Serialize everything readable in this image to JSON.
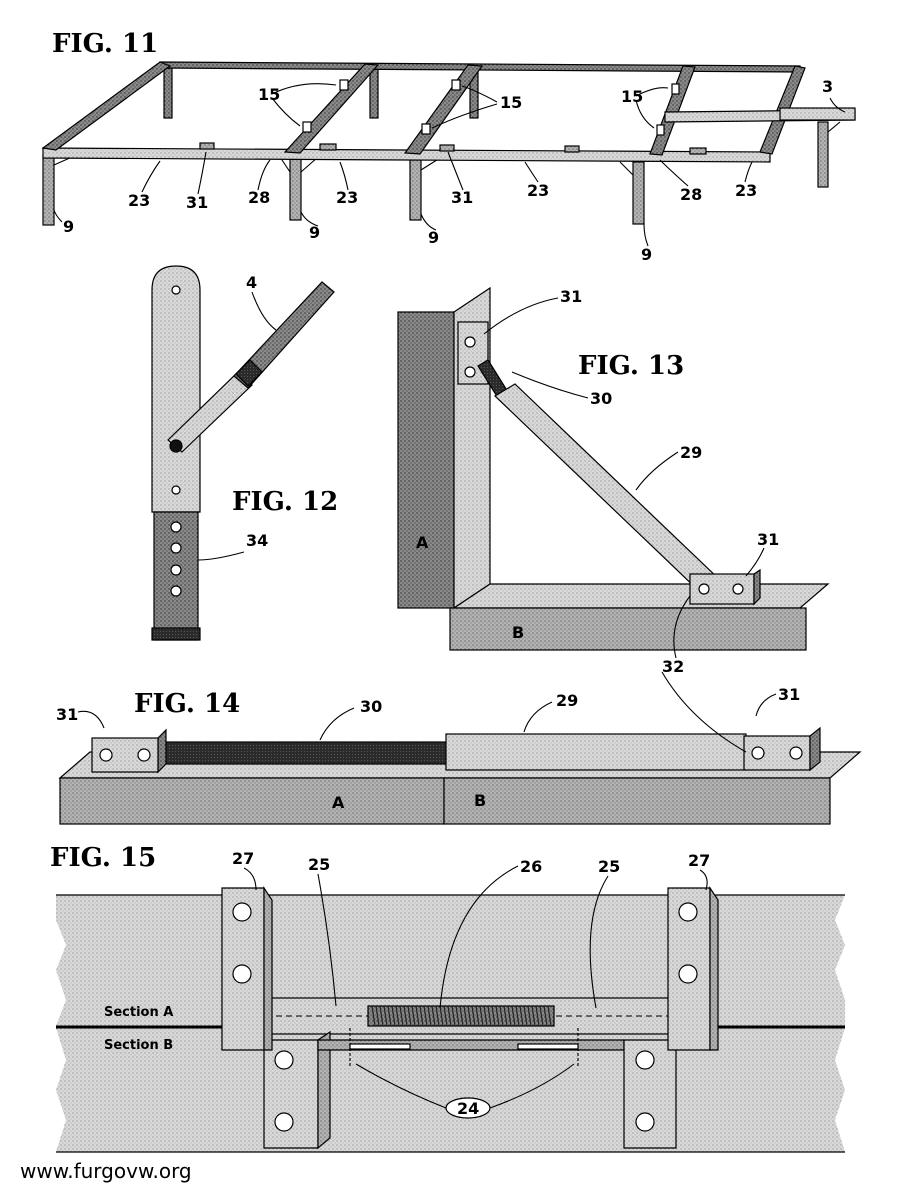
{
  "figures": {
    "fig11": {
      "title": "FIG. 11",
      "labels": [
        "15",
        "15",
        "15",
        "3",
        "23",
        "31",
        "28",
        "23",
        "31",
        "23",
        "28",
        "23",
        "9",
        "9",
        "9",
        "9"
      ]
    },
    "fig12": {
      "title": "FIG. 12",
      "labels": [
        "4",
        "34"
      ]
    },
    "fig13": {
      "title": "FIG. 13",
      "labels": [
        "31",
        "30",
        "29",
        "31",
        "32",
        "A",
        "B"
      ]
    },
    "fig14": {
      "title": "FIG. 14",
      "labels": [
        "31",
        "30",
        "29",
        "31",
        "A",
        "B"
      ]
    },
    "fig15": {
      "title": "FIG. 15",
      "labels": [
        "27",
        "25",
        "26",
        "25",
        "27",
        "24"
      ],
      "sections": [
        "Section A",
        "Section B"
      ]
    }
  },
  "watermark": "www.furgovw.org",
  "colors": {
    "ink": "#000000",
    "light_fill": "#d0d0d0",
    "mid_fill": "#a6a6a6",
    "dark_fill": "#7c7c7c",
    "black_fill": "#1a1a1a"
  }
}
